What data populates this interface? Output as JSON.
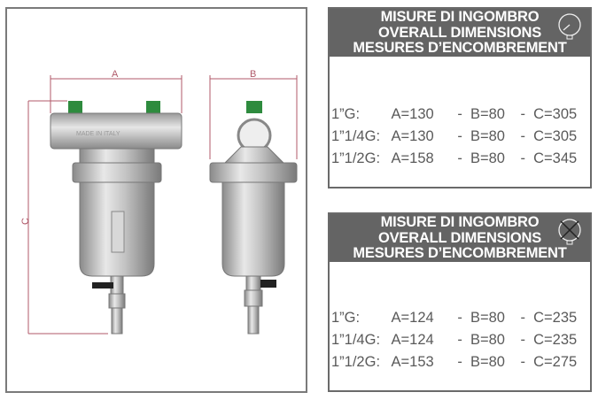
{
  "drawing": {
    "dimension_labels": {
      "a": "A",
      "b": "B",
      "c": "C"
    },
    "body_marking": "MADE IN ITALY"
  },
  "panels": [
    {
      "title_lines": [
        "MISURE DI INGOMBRO",
        "OVERALL DIMENSIONS",
        "MESURES D’ENCOMBREMENT"
      ],
      "icon": "pressure-gauge-icon",
      "rows": [
        {
          "size": "1”G:",
          "a": "A=130",
          "b": "B=80",
          "c": "C=305",
          "sep": "-"
        },
        {
          "size": "1”1/4G:",
          "a": "A=130",
          "b": "B=80",
          "c": "C=305",
          "sep": "-"
        },
        {
          "size": "1”1/2G:",
          "a": "A=158",
          "b": "B=80",
          "c": "C=345",
          "sep": "-"
        }
      ]
    },
    {
      "title_lines": [
        "MISURE DI INGOMBRO",
        "OVERALL DIMENSIONS",
        "MESURES D’ENCOMBREMENT"
      ],
      "icon": "no-pressure-gauge-icon",
      "rows": [
        {
          "size": "1”G:",
          "a": "A=124",
          "b": "B=80",
          "c": "C=235",
          "sep": "-"
        },
        {
          "size": "1”1/4G:",
          "a": "A=124",
          "b": "B=80",
          "c": "C=235",
          "sep": "-"
        },
        {
          "size": "1”1/2G:",
          "a": "A=153",
          "b": "B=80",
          "c": "C=275",
          "sep": "-"
        }
      ]
    }
  ],
  "colors": {
    "header": "#646464",
    "dimension_line": "#b05a6a",
    "cap": "#2e8b3e"
  }
}
